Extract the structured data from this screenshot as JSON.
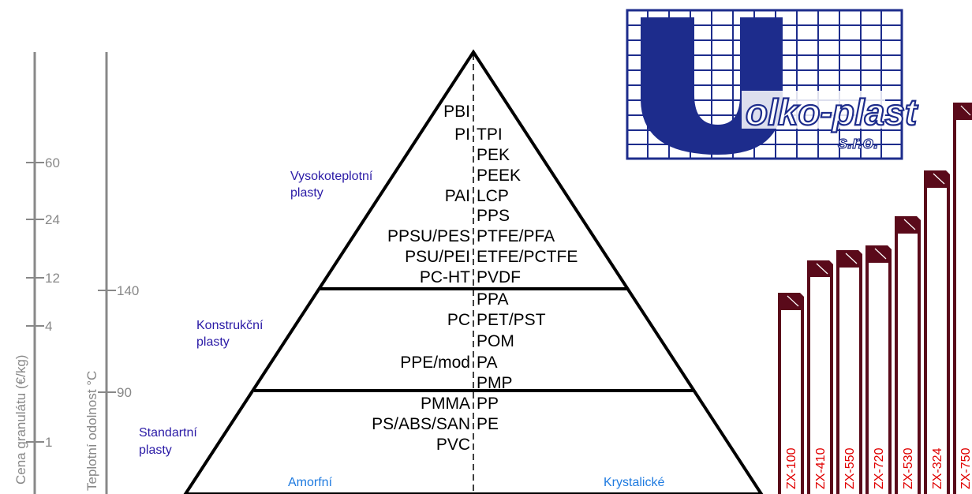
{
  "price_axis": {
    "title": "Cena granulátu (€/kg)",
    "ticks": [
      "60",
      "24",
      "12",
      "4",
      "1"
    ]
  },
  "temp_axis": {
    "title": "Teplotní odolnost °C",
    "ticks": [
      "140",
      "90"
    ]
  },
  "pyramid": {
    "groups": {
      "high": [
        "Vysokoteplotní",
        "plasty"
      ],
      "construction": [
        "Konstrukční",
        "plasty"
      ],
      "standard": [
        "Standartní",
        "plasty"
      ]
    },
    "left": [
      "PBI",
      "PI",
      "PAI",
      "PPSU/PES",
      "PSU/PEI",
      "PC-HT",
      "PC",
      "PPE/mod",
      "PMMA",
      "PS/ABS/SAN",
      "PVC"
    ],
    "right": [
      "TPI",
      "PEK",
      "PEEK",
      "LCP",
      "PPS",
      "PTFE/PFA",
      "ETFE/PCTFE",
      "PVDF",
      "PPA",
      "PET/PST",
      "POM",
      "PA",
      "PMP",
      "PP",
      "PE"
    ],
    "bottom": {
      "amorphous": "Amorfní",
      "crystalline": "Krystalické"
    }
  },
  "logo": {
    "text": "olko-plast",
    "suffix": "s.r.o."
  },
  "grades": [
    "ZX-100",
    "ZX-410",
    "ZX-550",
    "ZX-720",
    "ZX-530",
    "ZX-324",
    "ZX-750"
  ],
  "colors": {
    "logo_blue": "#1d2c8c",
    "bar_dark": "#5a0a1a",
    "grade_text": "#e00000",
    "group_label": "#2a1aa6",
    "bottom_label": "#1f7be0",
    "axis": "#888888"
  }
}
